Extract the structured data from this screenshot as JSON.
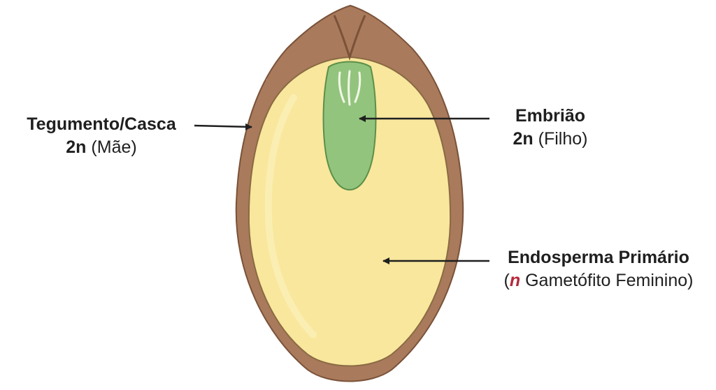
{
  "labels": {
    "tegumento": {
      "title": "Tegumento/Casca",
      "ploidy": "2n",
      "note": "(Mãe)"
    },
    "embriao": {
      "title": "Embrião",
      "ploidy": "2n",
      "note": "(Filho)"
    },
    "endosperma": {
      "title": "Endosperma Primário",
      "open": "(",
      "ploidy": "n",
      "note": "Gametófito Feminino)"
    }
  },
  "colors": {
    "seed_coat": "#a97a5c",
    "seed_coat_dark": "#7a5238",
    "endosperm": "#f8e79c",
    "endosperm_light": "#fbf0b8",
    "embryo": "#93c47d",
    "embryo_dark": "#5c8f49",
    "ploidy_red": "#b5283a",
    "arrow": "#1f1f1f"
  }
}
